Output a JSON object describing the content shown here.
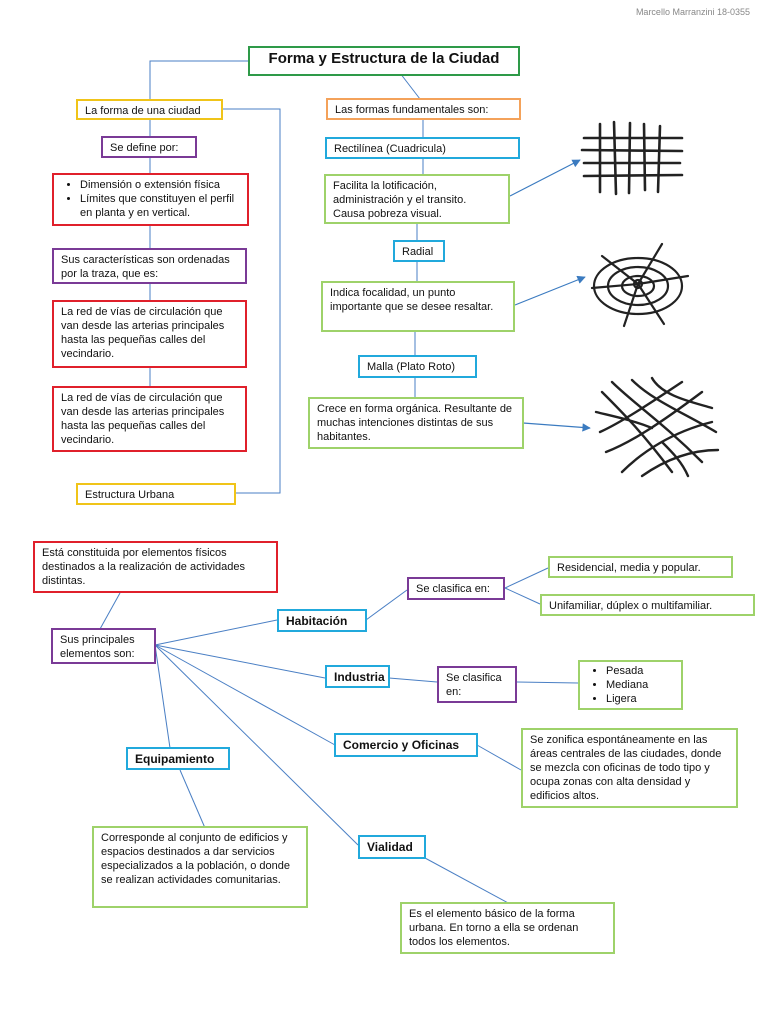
{
  "author": "Marcello Marranzini 18-0355",
  "title": "Forma y Estructura de la Ciudad",
  "left": {
    "forma": "La forma de una ciudad",
    "define": "Se define por:",
    "define_items": [
      "Dimensión o extensión física",
      "Límites que constituyen el perfil en planta y en vertical."
    ],
    "caracteristicas": "Sus características son ordenadas por la traza, que es:",
    "red_1": "La red de vías de circulación que van desde las arterias principales hasta las pequeñas calles del vecindario.",
    "red_2": "La red de vías de circulación que van desde las arterias principales hasta las pequeñas calles del vecindario."
  },
  "right": {
    "formas": "Las formas fundamentales son:",
    "rectilinea": "Rectilínea (Cuadricula)",
    "rectilinea_desc": "Facilita la lotificación, administración y el transito. Causa pobreza visual.",
    "radial": "Radial",
    "radial_desc": "Indica focalidad, un punto importante que se desee resaltar.",
    "malla": "Malla (Plato Roto)",
    "malla_desc": "Crece en forma orgánica. Resultante de muchas intenciones distintas de sus habitantes."
  },
  "estructura": {
    "label": "Estructura Urbana",
    "desc": "Está constituida por elementos físicos destinados a la realización de actividades distintas.",
    "principales": "Sus principales elementos son:",
    "habitacion": "Habitación",
    "hab_clasifica": "Se clasifica en:",
    "hab_1": "Residencial, media y popular.",
    "hab_2": "Unifamiliar, dúplex o multifamiliar.",
    "industria": "Industria",
    "ind_clasifica": "Se clasifica en:",
    "ind_items": [
      "Pesada",
      "Mediana",
      "Ligera"
    ],
    "comercio": "Comercio y Oficinas",
    "comercio_desc": "Se zonifica espontáneamente en las áreas centrales de las ciudades, donde se mezcla con oficinas de todo tipo y ocupa zonas con alta densidad y edificios altos.",
    "equipamiento": "Equipamiento",
    "equip_desc": "Corresponde al conjunto de edificios y espacios destinados a dar servicios especializados a la población, o donde se realizan actividades comunitarias.",
    "vialidad": "Vialidad",
    "vialidad_desc": "Es el elemento básico de la forma urbana. En torno a ella se ordenan todos los elementos."
  },
  "colors": {
    "connector": "#4a7fc4",
    "arrow": "#3b7bc0"
  },
  "icons": [
    "grid-sketch-icon",
    "radial-sketch-icon",
    "mesh-sketch-icon"
  ]
}
